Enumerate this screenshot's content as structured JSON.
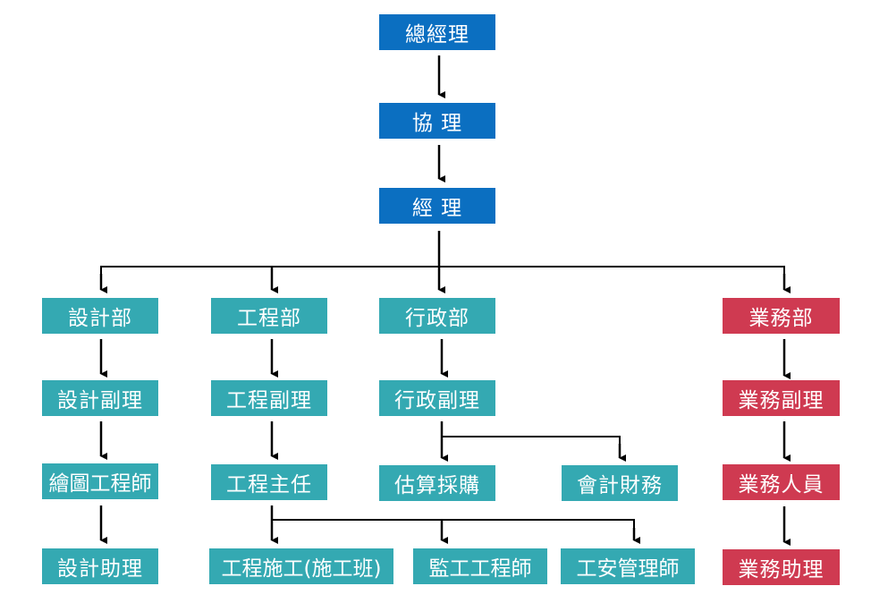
{
  "colors": {
    "executive": "#0b6fc1",
    "department": "#34a9b2",
    "sales": "#cf3a51",
    "connector": "#000000"
  },
  "executives": {
    "general_manager": "總經理",
    "assistant_manager": "協 理",
    "manager": "經 理"
  },
  "design": {
    "department": "設計部",
    "deputy": "設計副理",
    "drafter": "繪圖工程師",
    "assistant": "設計助理"
  },
  "engineering": {
    "department": "工程部",
    "deputy": "工程副理",
    "supervisor": "工程主任",
    "construction": "工程施工(施工班)",
    "site_engineer": "監工工程師",
    "safety_manager": "工安管理師"
  },
  "administration": {
    "department": "行政部",
    "deputy": "行政副理",
    "procurement": "估算採購",
    "accounting": "會計財務"
  },
  "sales": {
    "department": "業務部",
    "deputy": "業務副理",
    "staff": "業務人員",
    "assistant": "業務助理"
  }
}
